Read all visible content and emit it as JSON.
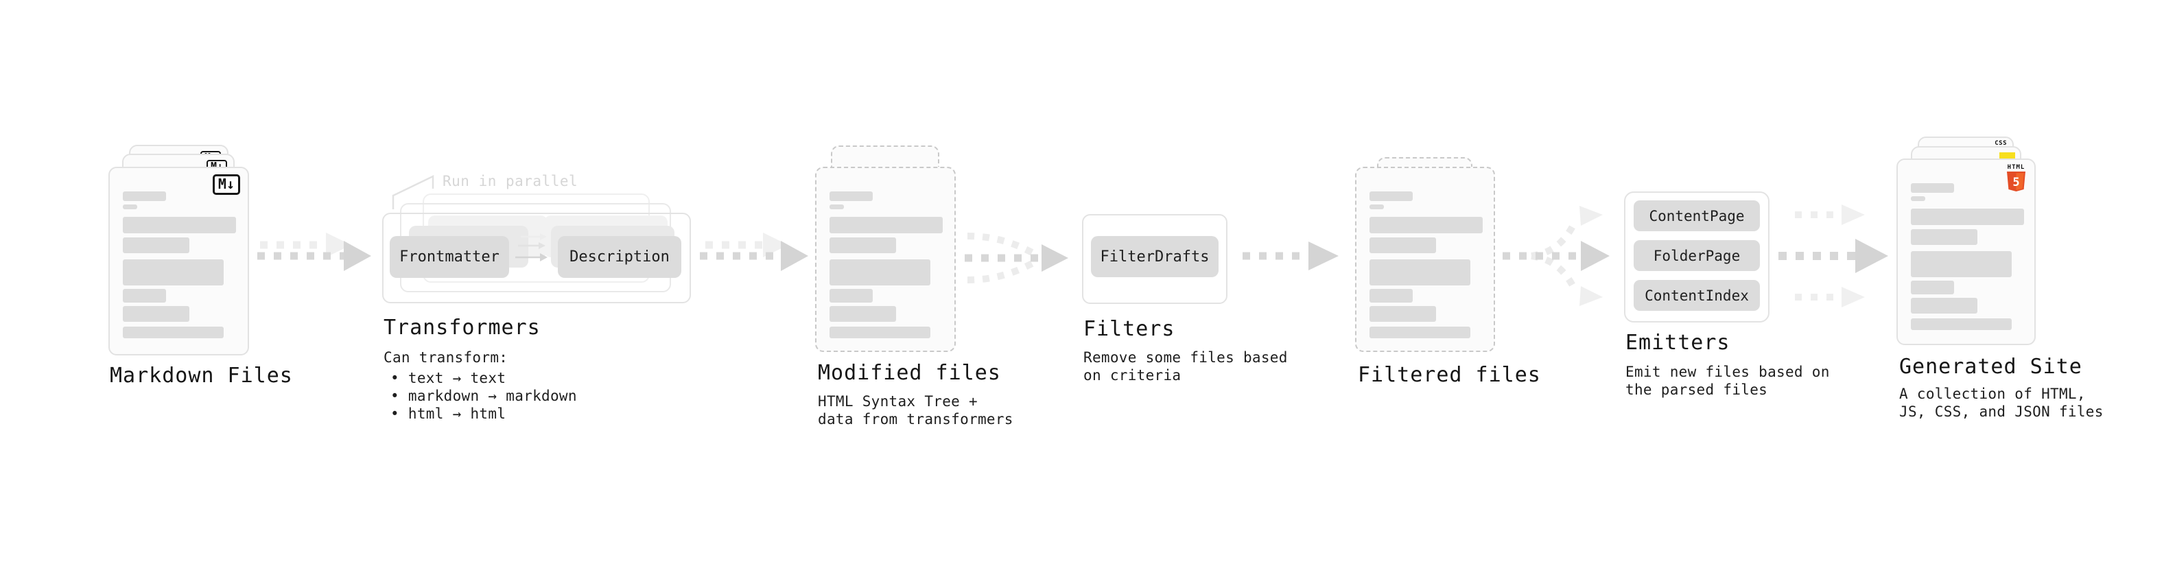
{
  "canvas": {
    "background": "#ffffff"
  },
  "nodes": {
    "markdown": {
      "title": "Markdown Files",
      "badge": "M↓"
    },
    "transformers": {
      "title": "Transformers",
      "note": "Run in parallel",
      "boxes": [
        "Frontmatter",
        "Description"
      ],
      "desc_heading": "Can transform:",
      "bullets": [
        "• text → text",
        "• markdown → markdown",
        "• html → html"
      ]
    },
    "modified": {
      "title": "Modified files",
      "desc": [
        "HTML Syntax Tree +",
        "data from transformers"
      ]
    },
    "filters": {
      "title": "Filters",
      "box": "FilterDrafts",
      "desc": [
        "Remove some files based",
        "on criteria"
      ]
    },
    "filtered": {
      "title": "Filtered files"
    },
    "emitters": {
      "title": "Emitters",
      "boxes": [
        "ContentPage",
        "FolderPage",
        "ContentIndex"
      ],
      "desc": [
        "Emit new files based on",
        "the parsed files"
      ]
    },
    "generated": {
      "title": "Generated Site",
      "desc": [
        "A collection of HTML,",
        "JS, CSS, and JSON files"
      ],
      "html_word": "HTML",
      "html_five": "5",
      "css_word": "CSS"
    }
  },
  "colors": {
    "card_bg": "#fbfbfb",
    "card_border": "#e2e2e2",
    "dashed_border": "#c9c9c9",
    "skeleton_bar": "#dcdcdc",
    "gray_box": "#dcdcdc",
    "arrow_dark": "#d5d5d5",
    "arrow_light": "#ededed",
    "html5_orange": "#e44d26",
    "html5_orange_light": "#f16529",
    "js_yellow": "#f7df1e",
    "css_blue": "#2d63ea"
  }
}
